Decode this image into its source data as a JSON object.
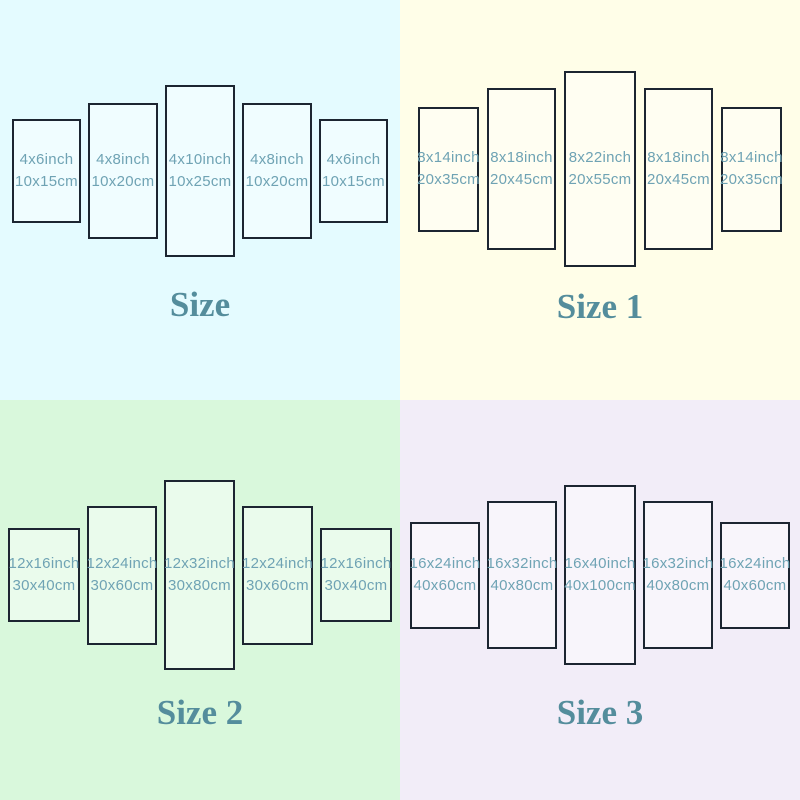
{
  "colors": {
    "panel_border": "#1c2531",
    "panel_fill": "rgba(255,255,255,0.45)",
    "label_text": "#6fa3b4",
    "title_text": "#548d9c",
    "bg_top_left": "#e4fbff",
    "bg_top_right": "#fffee8",
    "bg_bottom_left": "#d9f8dc",
    "bg_bottom_right": "#f2edf8"
  },
  "quadrants": [
    {
      "title": "Size",
      "bg": "#e4fbff",
      "panels": [
        {
          "inch": "4x6inch",
          "cm": "10x15cm",
          "w": 69,
          "h": 104
        },
        {
          "inch": "4x8inch",
          "cm": "10x20cm",
          "w": 70,
          "h": 136
        },
        {
          "inch": "4x10inch",
          "cm": "10x25cm",
          "w": 70,
          "h": 172
        },
        {
          "inch": "4x8inch",
          "cm": "10x20cm",
          "w": 70,
          "h": 136
        },
        {
          "inch": "4x6inch",
          "cm": "10x15cm",
          "w": 69,
          "h": 104
        }
      ]
    },
    {
      "title": "Size 1",
      "bg": "#fffee8",
      "panels": [
        {
          "inch": "8x14inch",
          "cm": "20x35cm",
          "w": 61,
          "h": 125
        },
        {
          "inch": "8x18inch",
          "cm": "20x45cm",
          "w": 69,
          "h": 162
        },
        {
          "inch": "8x22inch",
          "cm": "20x55cm",
          "w": 72,
          "h": 196
        },
        {
          "inch": "8x18inch",
          "cm": "20x45cm",
          "w": 69,
          "h": 162
        },
        {
          "inch": "8x14inch",
          "cm": "20x35cm",
          "w": 61,
          "h": 125
        }
      ]
    },
    {
      "title": "Size 2",
      "bg": "#d9f8dc",
      "panels": [
        {
          "inch": "12x16inch",
          "cm": "30x40cm",
          "w": 72,
          "h": 94
        },
        {
          "inch": "12x24inch",
          "cm": "30x60cm",
          "w": 70,
          "h": 139
        },
        {
          "inch": "12x32inch",
          "cm": "30x80cm",
          "w": 71,
          "h": 190
        },
        {
          "inch": "12x24inch",
          "cm": "30x60cm",
          "w": 71,
          "h": 139
        },
        {
          "inch": "12x16inch",
          "cm": "30x40cm",
          "w": 72,
          "h": 94
        }
      ]
    },
    {
      "title": "Size 3",
      "bg": "#f2edf8",
      "panels": [
        {
          "inch": "16x24inch",
          "cm": "40x60cm",
          "w": 70,
          "h": 107
        },
        {
          "inch": "16x32inch",
          "cm": "40x80cm",
          "w": 70,
          "h": 148
        },
        {
          "inch": "16x40inch",
          "cm": "40x100cm",
          "w": 72,
          "h": 180
        },
        {
          "inch": "16x32inch",
          "cm": "40x80cm",
          "w": 70,
          "h": 148
        },
        {
          "inch": "16x24inch",
          "cm": "40x60cm",
          "w": 70,
          "h": 107
        }
      ]
    }
  ]
}
